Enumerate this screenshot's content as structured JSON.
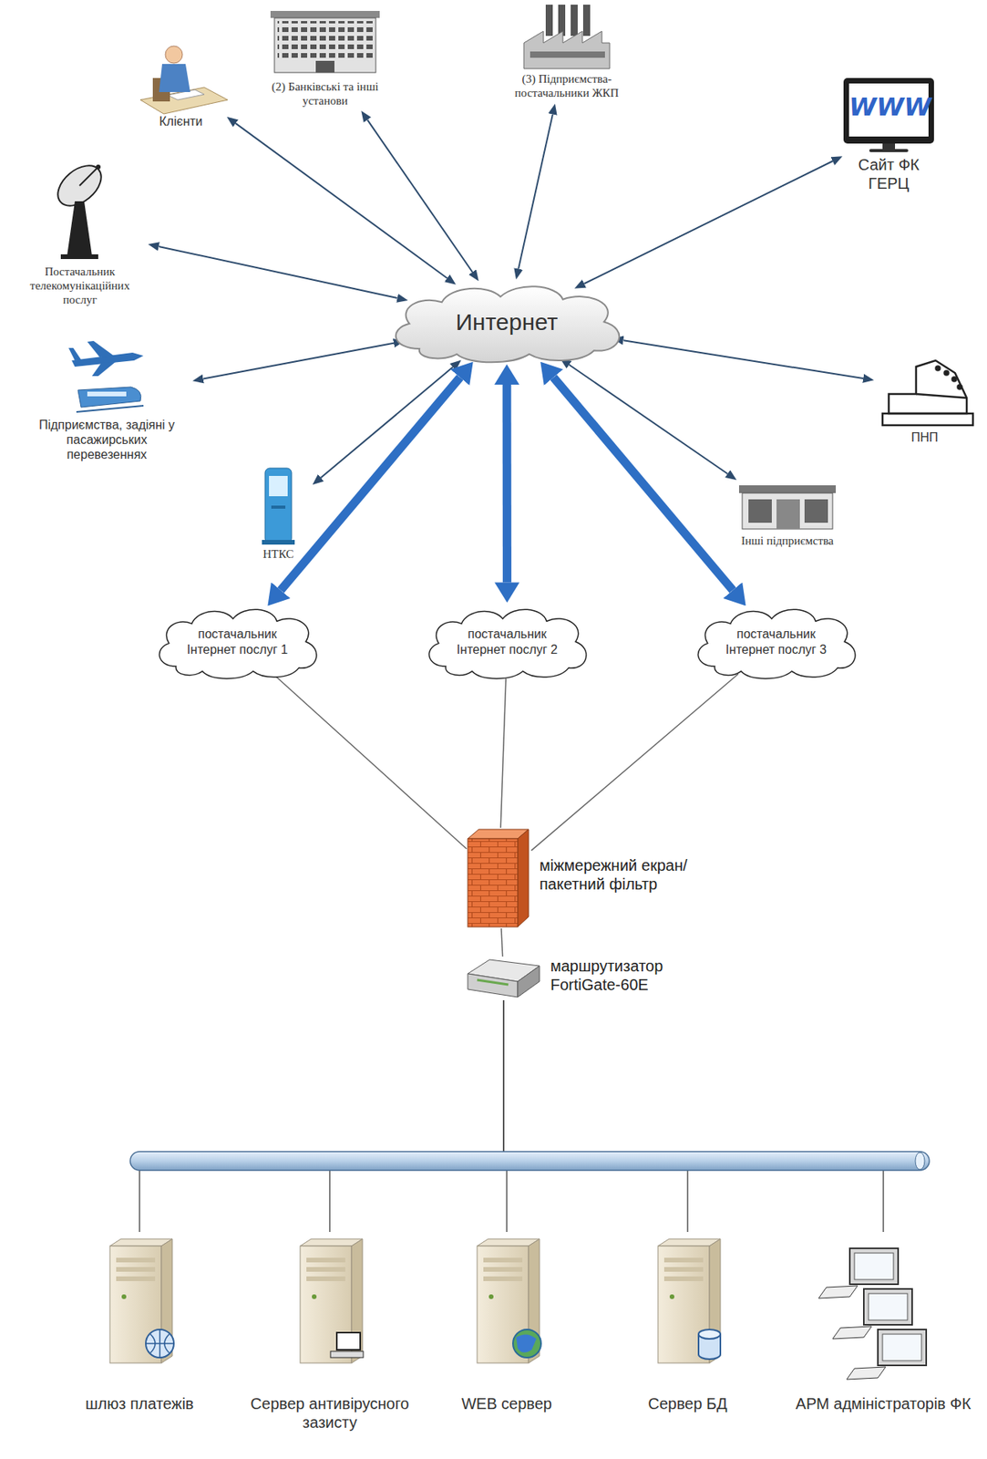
{
  "diagram": {
    "nodes": [
      {
        "text": [
          "Клієнти"
        ]
      },
      {
        "text": [
          "(2) Банківські та інші установи"
        ]
      },
      {
        "text": [
          "(3) Підприємства-постачальники ЖКП"
        ]
      },
      {
        "text": [
          "Сайт ФК ГЕРЦ"
        ]
      },
      {
        "text": [
          "Постачальник телекомунікаційних послуг"
        ]
      },
      {
        "text": [
          "Интернет"
        ]
      },
      {
        "text": [
          "Підприємства, задіяні у пасажирських перевезеннях"
        ]
      },
      {
        "text": [
          "ПНП"
        ]
      },
      {
        "text": [
          "НТКС"
        ]
      },
      {
        "text": [
          "Інші підприємства"
        ]
      },
      {
        "text": [
          "постачальник Інтернет послуг 1"
        ]
      },
      {
        "text": [
          "постачальник Інтернет послуг 2"
        ]
      },
      {
        "text": [
          "постачальник Інтернет послуг 3"
        ]
      },
      {
        "text": [
          "міжмережний екран/ пакетний фільтр"
        ]
      },
      {
        "text": [
          "маршрутизатор FortiGate-60E"
        ]
      },
      {
        "text": [
          "шлюз платежів"
        ]
      },
      {
        "text": [
          "Сервер антивірусного зазисту"
        ]
      },
      {
        "text": [
          "WEB сервер"
        ]
      },
      {
        "text": [
          "Сервер БД"
        ]
      },
      {
        "text": [
          "АРМ адміністраторів ФК"
        ]
      }
    ],
    "edges": [
      {
        "from": 0,
        "to": 5,
        "arrow": "both"
      },
      {
        "from": 1,
        "to": 5,
        "arrow": "both"
      },
      {
        "from": 2,
        "to": 5,
        "arrow": "both"
      },
      {
        "from": 3,
        "to": 5,
        "arrow": "both"
      },
      {
        "from": 4,
        "to": 5,
        "arrow": "both"
      },
      {
        "from": 6,
        "to": 5,
        "arrow": "both"
      },
      {
        "from": 7,
        "to": 5,
        "arrow": "both"
      },
      {
        "from": 8,
        "to": 5,
        "arrow": "both"
      },
      {
        "from": 9,
        "to": 5,
        "arrow": "both"
      },
      {
        "from": 5,
        "to": 10,
        "arrow": "both"
      },
      {
        "from": 5,
        "to": 11,
        "arrow": "both"
      },
      {
        "from": 5,
        "to": 12,
        "arrow": "both"
      },
      {
        "from": 10,
        "to": 13,
        "arrow": "none"
      },
      {
        "from": 11,
        "to": 13,
        "arrow": "none"
      },
      {
        "from": 12,
        "to": 13,
        "arrow": "none"
      },
      {
        "from": 13,
        "to": 14,
        "arrow": "none"
      },
      {
        "from": 14,
        "to": 15,
        "arrow": "none"
      },
      {
        "from": 14,
        "to": 16,
        "arrow": "none"
      },
      {
        "from": 14,
        "to": 17,
        "arrow": "none"
      },
      {
        "from": 14,
        "to": 18,
        "arrow": "none"
      },
      {
        "from": 14,
        "to": 19,
        "arrow": "none"
      }
    ],
    "labels": [
      "WWW"
    ]
  }
}
